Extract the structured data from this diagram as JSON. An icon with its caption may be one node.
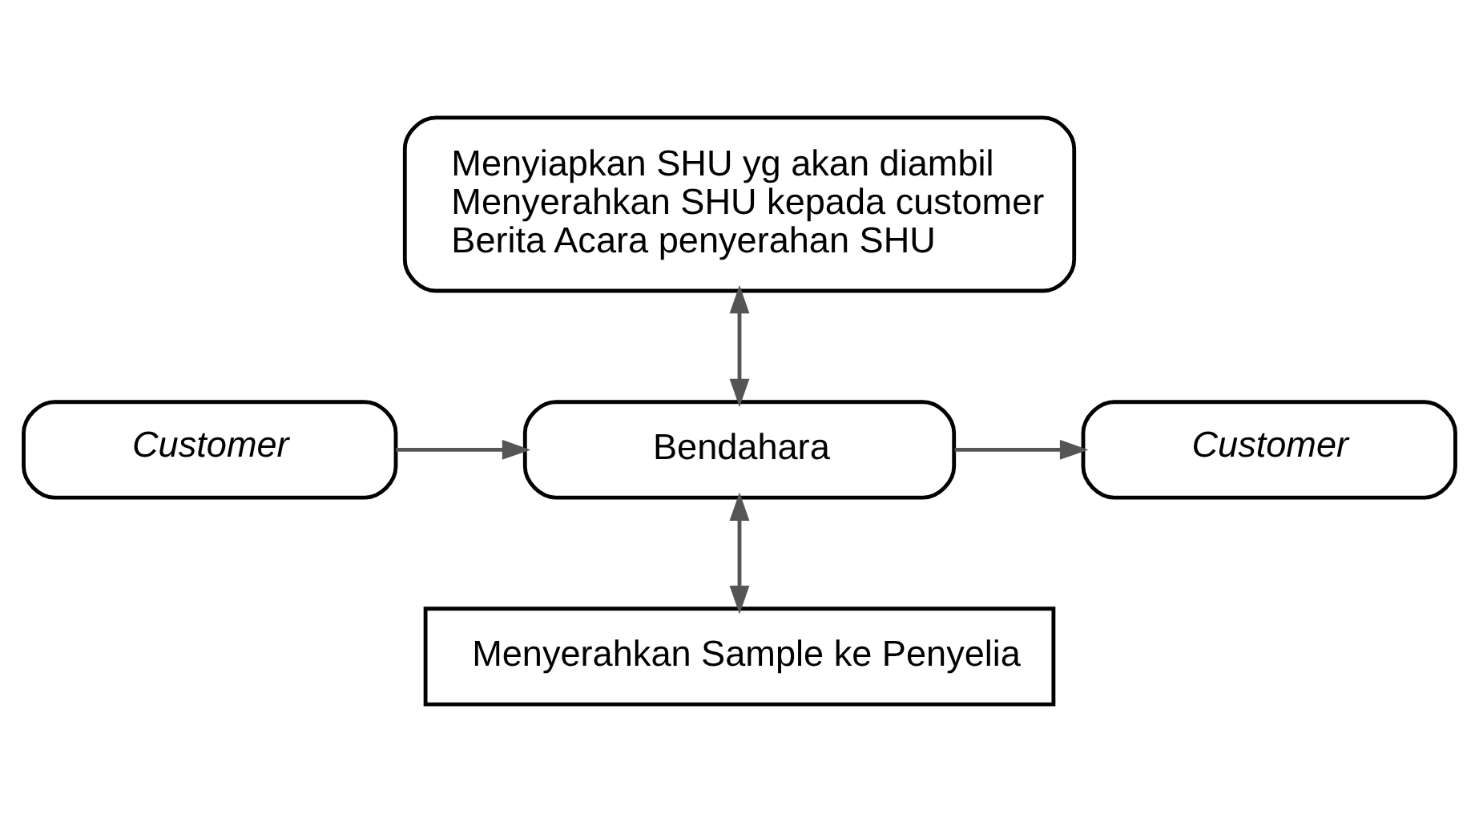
{
  "diagram": {
    "nodes": [
      {
        "text": [
          "Menyiapkan SHU yg akan diambil",
          "Menyerahkan SHU kepada customer",
          "Berita Acara penyerahan SHU"
        ]
      },
      {
        "text": [
          "Customer"
        ]
      },
      {
        "text": [
          "Bendahara"
        ]
      },
      {
        "text": [
          "Customer"
        ]
      },
      {
        "text": [
          "Menyerahkan Sample ke Penyelia"
        ]
      }
    ],
    "edges": [
      {
        "from": 0,
        "to": 2,
        "arrow": "both"
      },
      {
        "from": 1,
        "to": 2,
        "arrow": "to"
      },
      {
        "from": 2,
        "to": 3,
        "arrow": "to"
      },
      {
        "from": 2,
        "to": 4,
        "arrow": "both"
      }
    ]
  }
}
